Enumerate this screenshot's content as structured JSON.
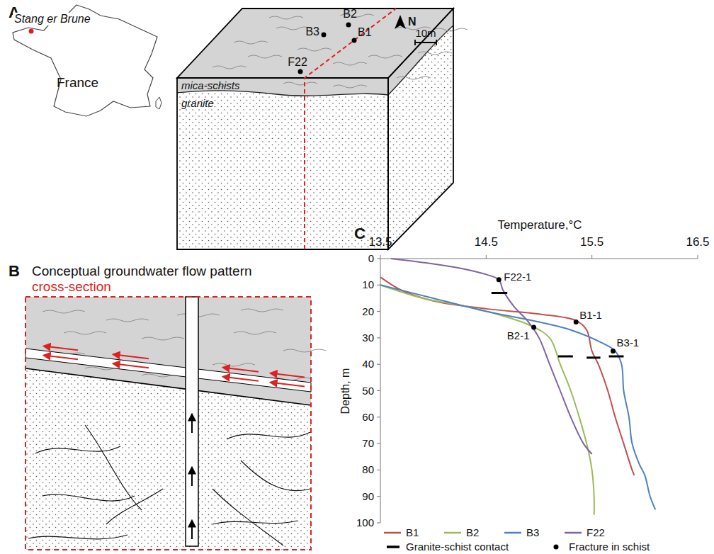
{
  "diagram": {
    "labels": [
      "A",
      "Stang er Brune",
      "France",
      "B2",
      "B3",
      "B1",
      "F22",
      "N",
      "10m",
      "mica-schists",
      "granite",
      "B",
      "Conceptual groundwater flow pattern",
      "cross-section",
      "C",
      "Temperature,°C",
      "13.5",
      "14.5",
      "15.5",
      "16.5",
      "0",
      "10",
      "20",
      "30",
      "40",
      "50",
      "60",
      "70",
      "80",
      "90",
      "100",
      "Depth, m",
      "F22-1",
      "B1-1",
      "B2-1",
      "B3-1"
    ],
    "legend": [
      {
        "text": "B1"
      },
      {
        "text": "B2"
      },
      {
        "text": "B3"
      },
      {
        "text": "F22"
      },
      {
        "text": "Granite-schist contact"
      },
      {
        "text": "Fracture in schist"
      }
    ]
  }
}
